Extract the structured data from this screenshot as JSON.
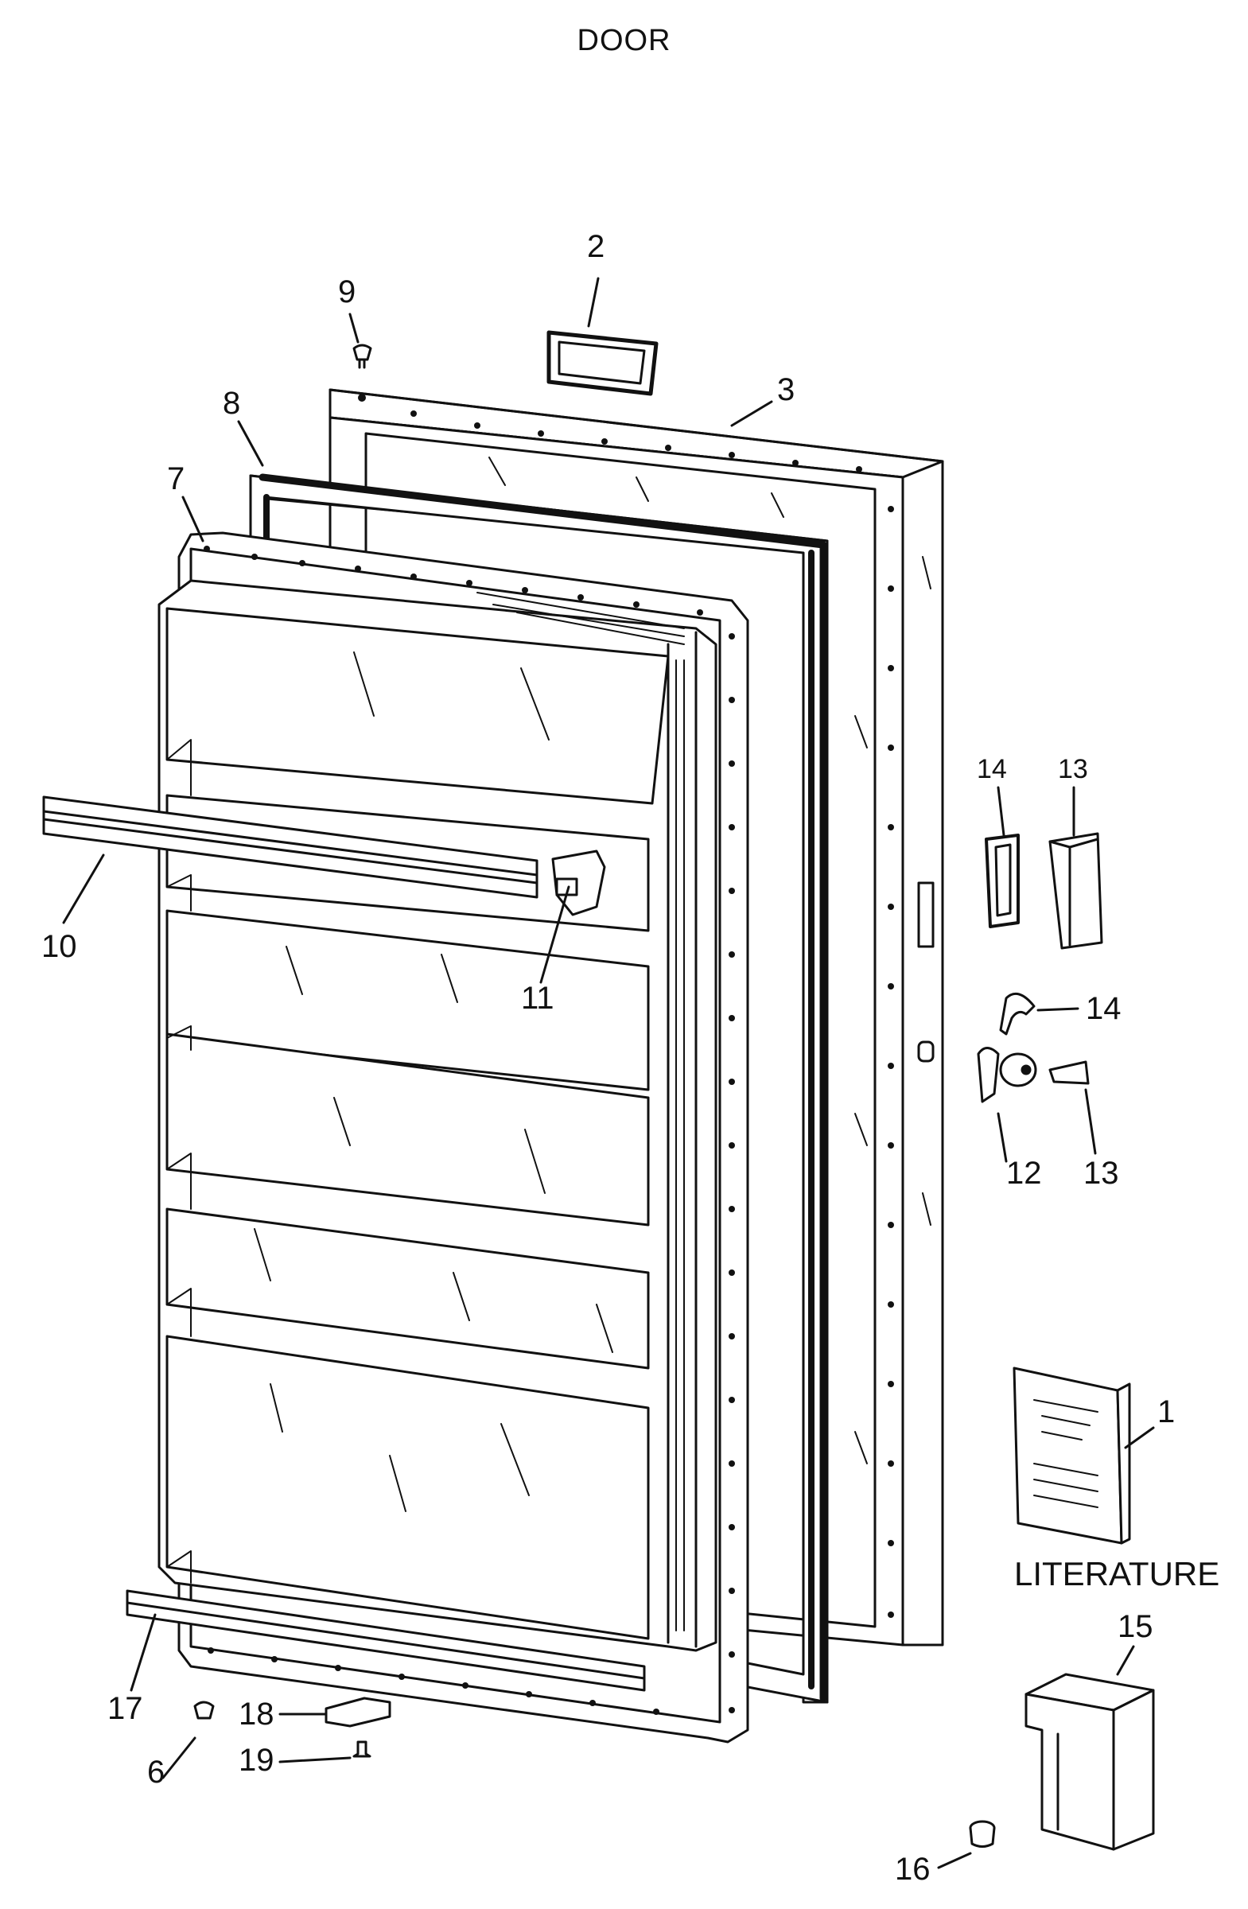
{
  "title": "DOOR",
  "literature_label": "LITERATURE",
  "callouts": {
    "c1": "1",
    "c2": "2",
    "c3": "3",
    "c6": "6",
    "c7": "7",
    "c8": "8",
    "c9": "9",
    "c10": "10",
    "c11": "11",
    "c12": "12",
    "c13a": "13",
    "c13b": "13",
    "c14a": "14",
    "c14b": "14",
    "c15": "15",
    "c16": "16",
    "c17": "17",
    "c18": "18",
    "c19": "19"
  },
  "colors": {
    "ink": "#111111",
    "paper": "#ffffff"
  }
}
